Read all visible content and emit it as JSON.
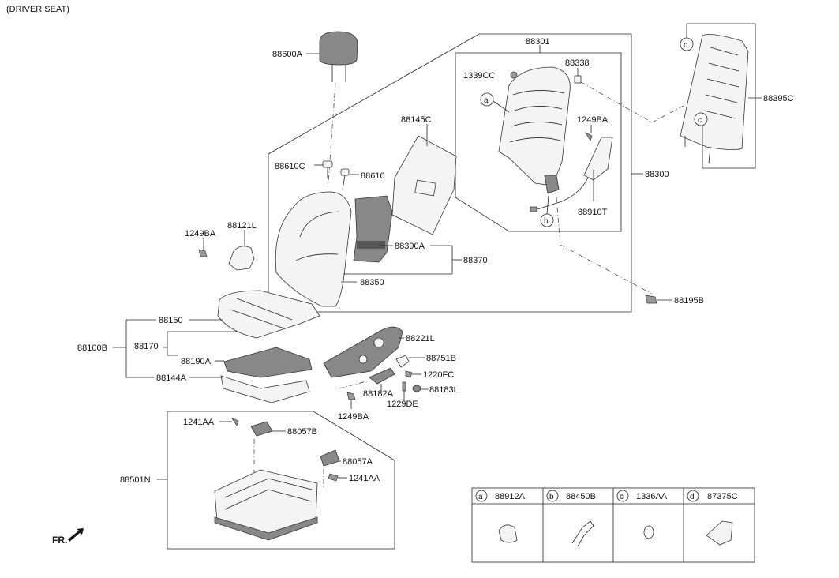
{
  "header": {
    "title": "(DRIVER SEAT)"
  },
  "labels": {
    "p88600A": "88600A",
    "p88301": "88301",
    "p88338": "88338",
    "p1339CC": "1339CC",
    "p88395C": "88395C",
    "p88145C": "88145C",
    "p1249BA_top": "1249BA",
    "p88610C": "88610C",
    "p88610": "88610",
    "p88300": "88300",
    "p88910T": "88910T",
    "p1249BA_left": "1249BA",
    "p88121L": "88121L",
    "p88390A": "88390A",
    "p88370": "88370",
    "p88350": "88350",
    "p88195B": "88195B",
    "p88150": "88150",
    "p88100B": "88100B",
    "p88170": "88170",
    "p88190A": "88190A",
    "p88144A": "88144A",
    "p88221L": "88221L",
    "p88751B": "88751B",
    "p1220FC": "1220FC",
    "p88182A": "88182A",
    "p88183L": "88183L",
    "p1229DE": "1229DE",
    "p1249BA_bottom": "1249BA",
    "p1241AA_top": "1241AA",
    "p88057B": "88057B",
    "p88057A": "88057A",
    "p1241AA_bottom": "1241AA",
    "p88501N": "88501N"
  },
  "callouts": {
    "a": "a",
    "b": "b",
    "c": "c",
    "d": "d"
  },
  "legend": {
    "items": [
      {
        "letter": "a",
        "part": "88912A"
      },
      {
        "letter": "b",
        "part": "88450B"
      },
      {
        "letter": "c",
        "part": "1336AA"
      },
      {
        "letter": "d",
        "part": "87375C"
      }
    ]
  },
  "footer": {
    "direction_label": "FR."
  }
}
